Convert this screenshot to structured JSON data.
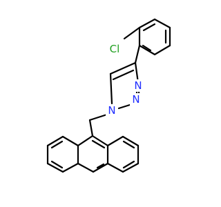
{
  "molecule": {
    "atom_labels": {
      "chlorine": "Cl",
      "n1": "N",
      "n2": "N",
      "n3": "N"
    },
    "colors": {
      "bond": "#000000",
      "chlorine": "#1f9f1f",
      "nitrogen": "#1f2dff",
      "background": "#ffffff"
    }
  }
}
